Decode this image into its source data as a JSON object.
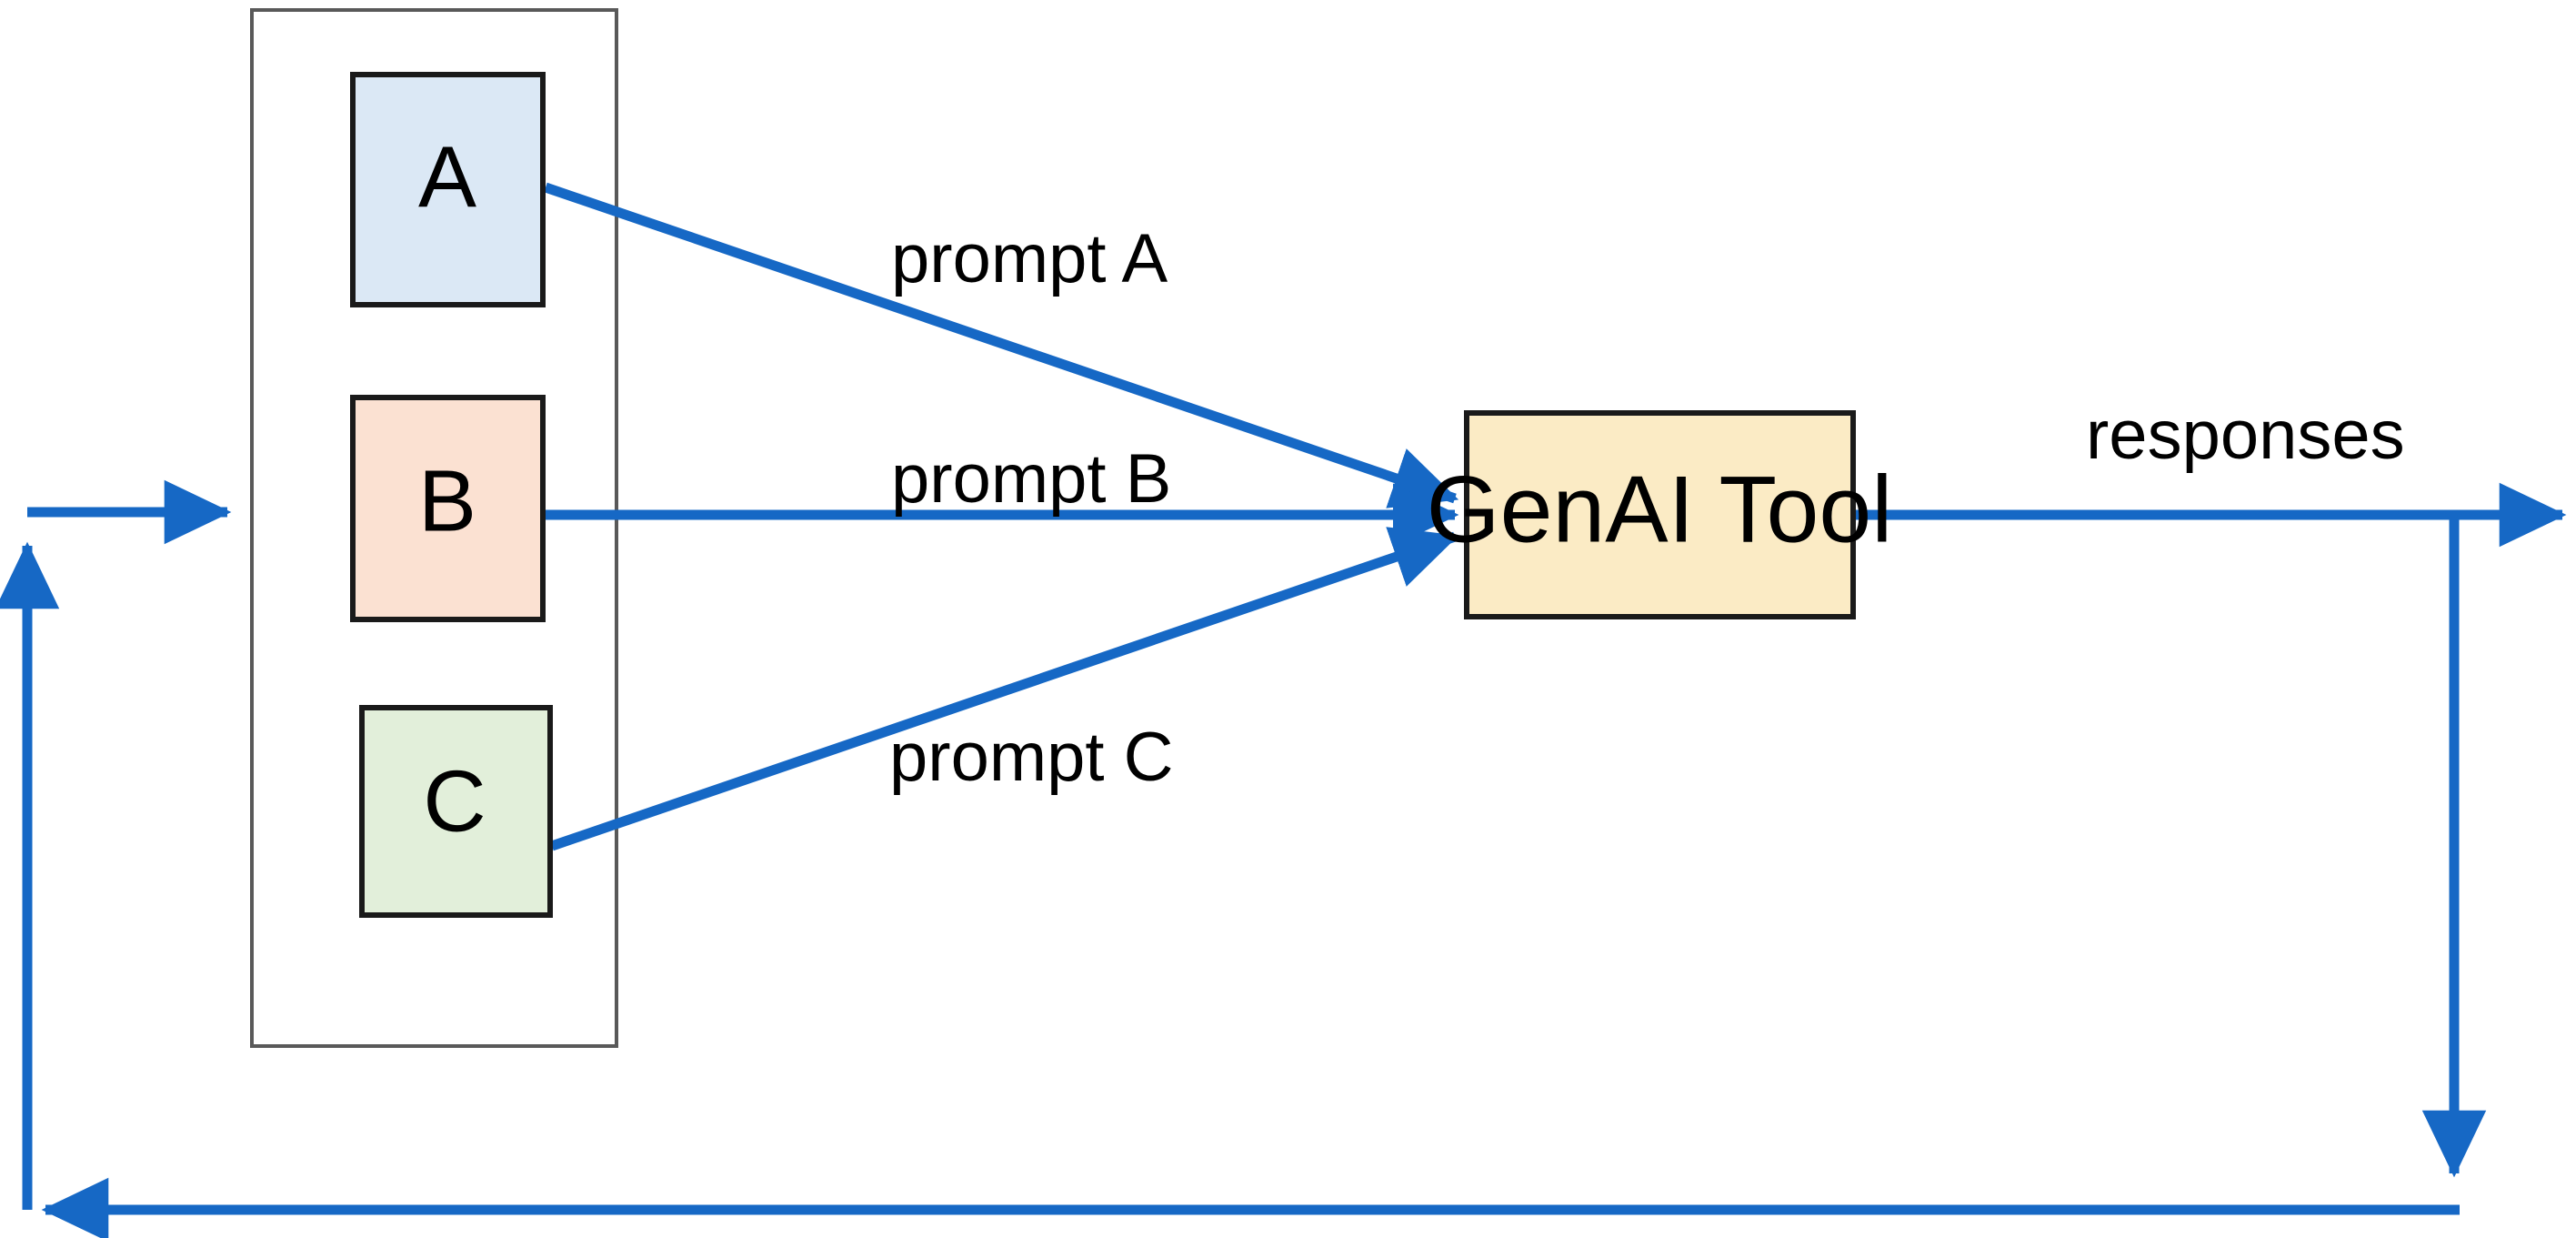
{
  "diagram": {
    "title": "GenAI prompting workflow",
    "colors": {
      "arrow_blue": "#1668C5",
      "box_a_fill": "#DBE8F5",
      "box_b_fill": "#FBE1D2",
      "box_c_fill": "#E2EFDA",
      "tool_fill": "#FBEBC5",
      "box_stroke": "#1A1A1A",
      "group_stroke": "#595959",
      "background": "#FFFFFF",
      "text": "#000000"
    },
    "group": {
      "name": "prompt-source-group",
      "label": ""
    },
    "nodes": [
      {
        "id": "a",
        "label": "A",
        "fill_key": "box_a_fill"
      },
      {
        "id": "b",
        "label": "B",
        "fill_key": "box_b_fill"
      },
      {
        "id": "c",
        "label": "C",
        "fill_key": "box_c_fill"
      },
      {
        "id": "tool",
        "label": "GenAI Tool",
        "fill_key": "tool_fill"
      }
    ],
    "edges": [
      {
        "id": "edge-prompt-a",
        "label": "prompt A",
        "from": "a",
        "to": "tool"
      },
      {
        "id": "edge-prompt-b",
        "label": "prompt B",
        "from": "b",
        "to": "tool"
      },
      {
        "id": "edge-prompt-c",
        "label": "prompt C",
        "from": "c",
        "to": "tool"
      },
      {
        "id": "edge-responses",
        "label": "responses",
        "from": "tool",
        "to": "output"
      },
      {
        "id": "edge-feedback",
        "label": "",
        "from": "output",
        "to": "prompt-source-group"
      }
    ],
    "labels": {
      "box_a": "A",
      "box_b": "B",
      "box_c": "C",
      "tool": "GenAI Tool",
      "prompt_a": "prompt A",
      "prompt_b": "prompt B",
      "prompt_c": "prompt C",
      "responses": "responses"
    }
  }
}
